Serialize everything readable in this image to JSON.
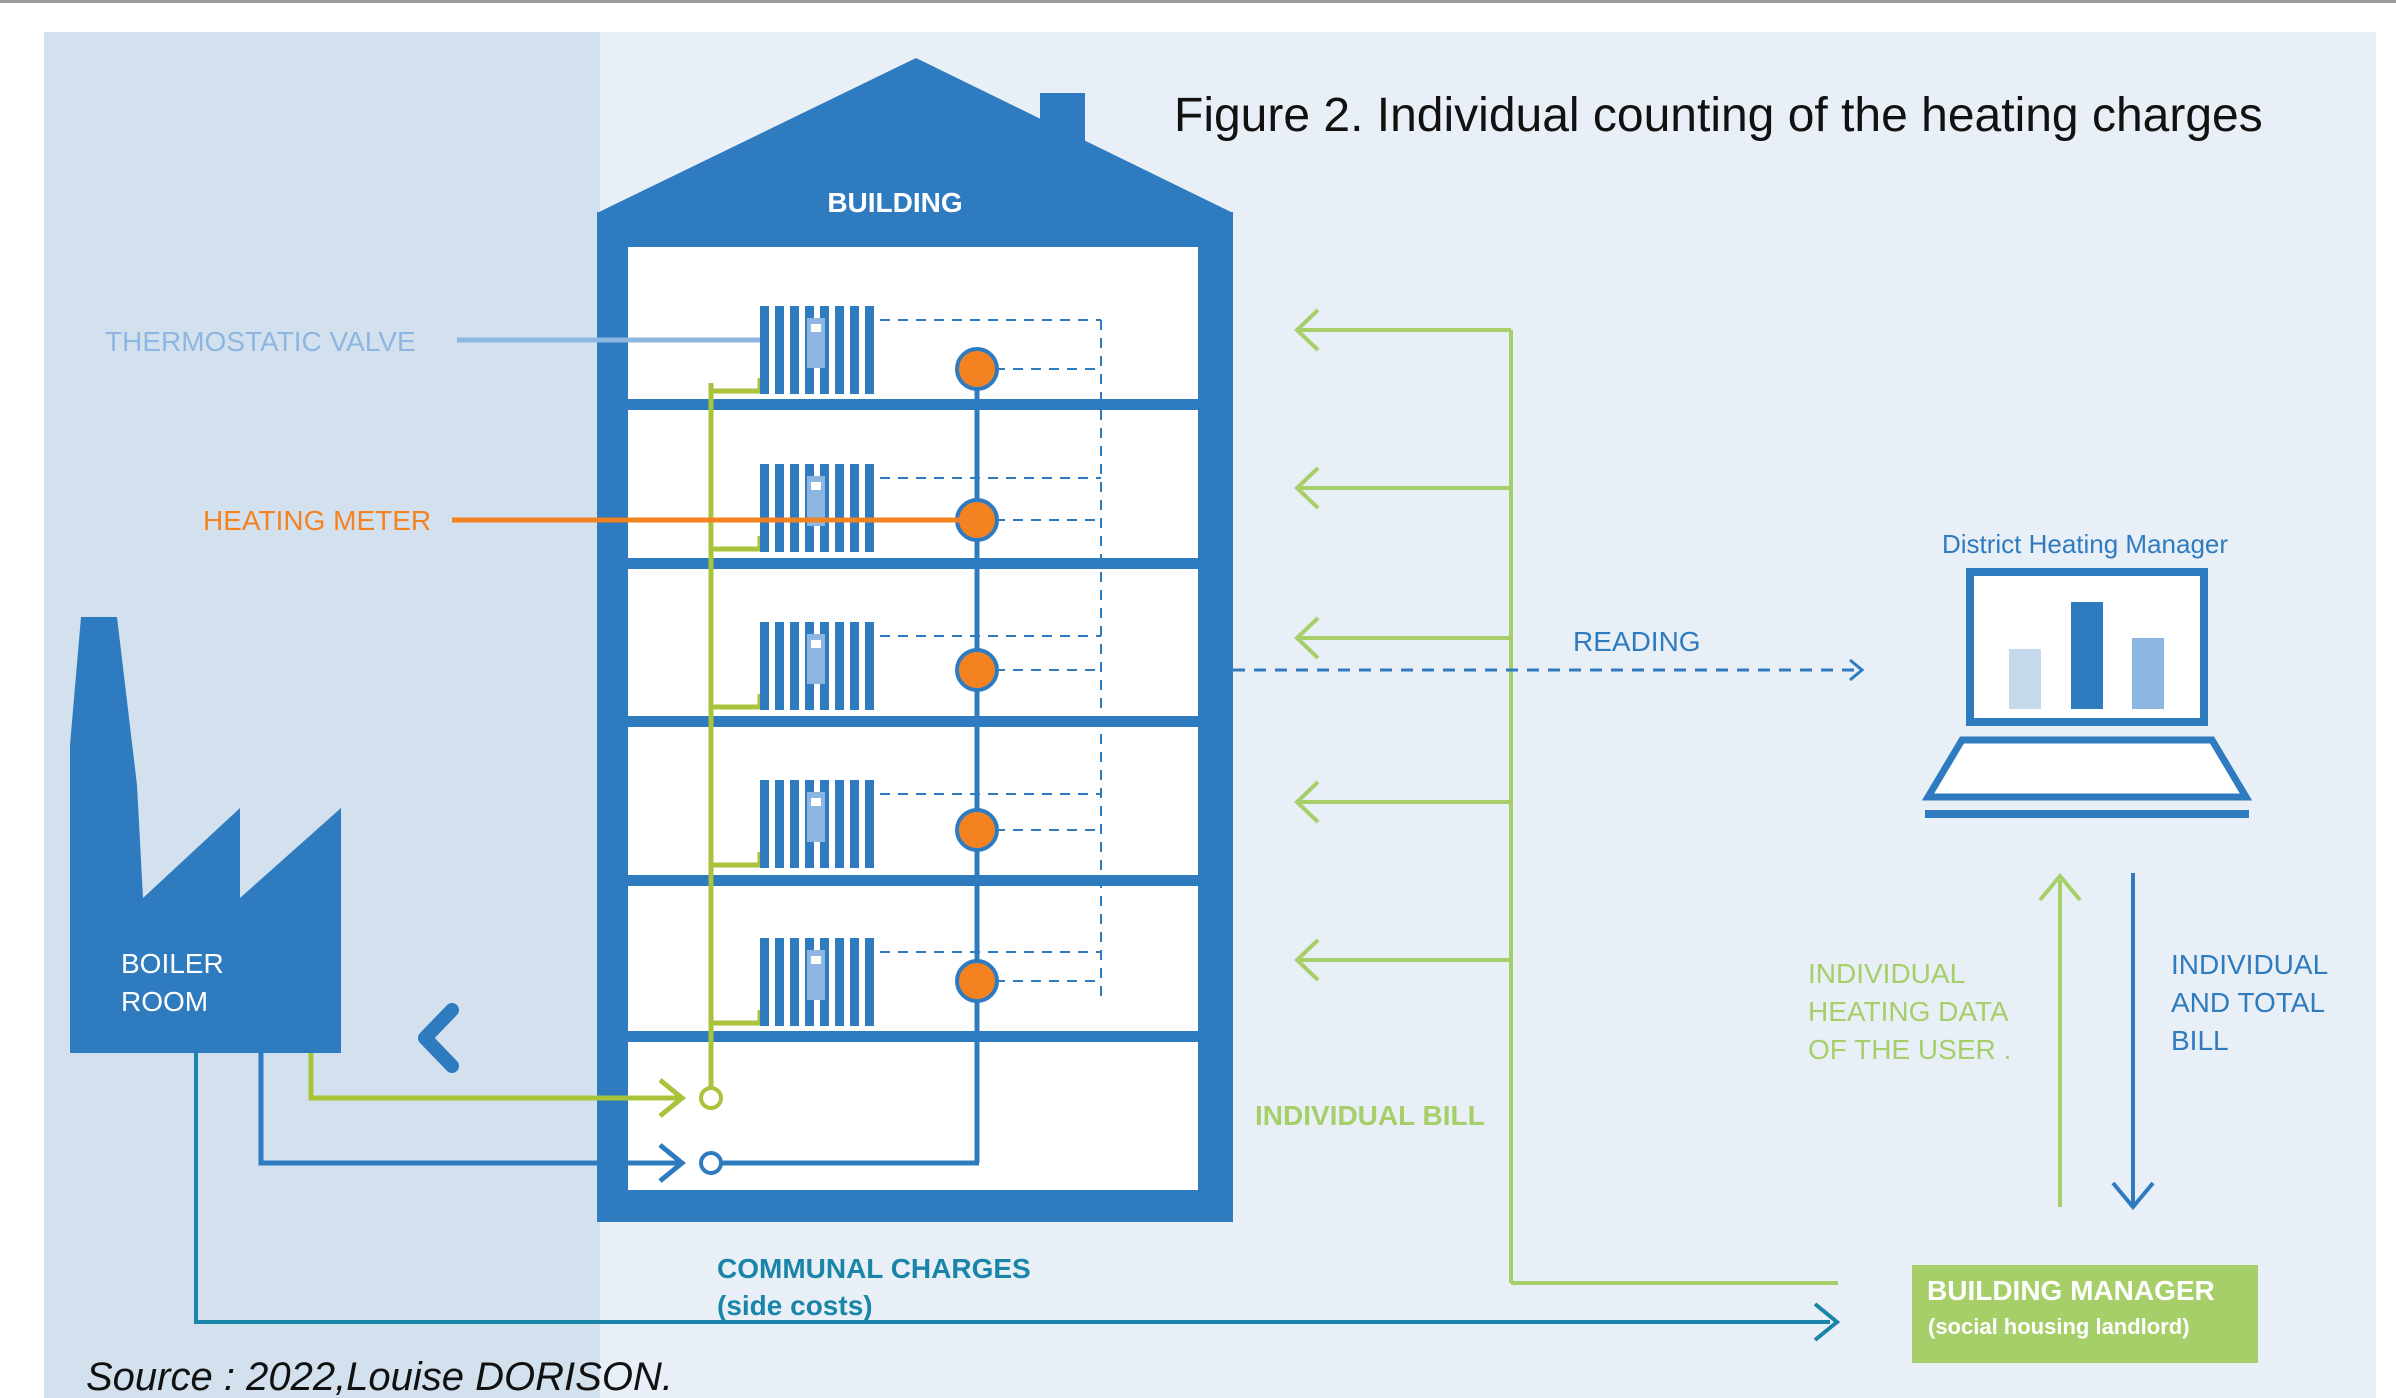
{
  "title": "Figure 2. Individual counting of the heating charges",
  "source": "Source : 2022,Louise DORISON.",
  "building_label": "BUILDING",
  "boiler_room": {
    "line1": "BOILER",
    "line2": "ROOM"
  },
  "legend": {
    "thermostatic_valve": "THERMOSTATIC VALVE",
    "heating_meter": "HEATING METER"
  },
  "reading_label": "READING",
  "individual_bill_label": "INDIVIDUAL BILL",
  "communal_charges": {
    "line1": "COMMUNAL CHARGES",
    "line2": "(side costs)"
  },
  "district_heating_manager": "District Heating Manager",
  "individual_heating_data": {
    "line1": "INDIVIDUAL",
    "line2": "HEATING DATA",
    "line3": "OF THE USER ."
  },
  "individual_total_bill": {
    "line1": "INDIVIDUAL",
    "line2": "AND TOTAL",
    "line3": "BILL"
  },
  "building_manager": {
    "line1": "BUILDING MANAGER",
    "line2": "(social housing landlord)"
  },
  "colors": {
    "blue": "#2f7bbf",
    "light_blue": "#8db6e0",
    "orange": "#f58220",
    "green": "#a9c33a",
    "light_green": "#a6cf6a",
    "teal": "#1a85a8",
    "panel_left": "#d3e1ef",
    "panel_right": "#e8eff7"
  },
  "floors": 5
}
